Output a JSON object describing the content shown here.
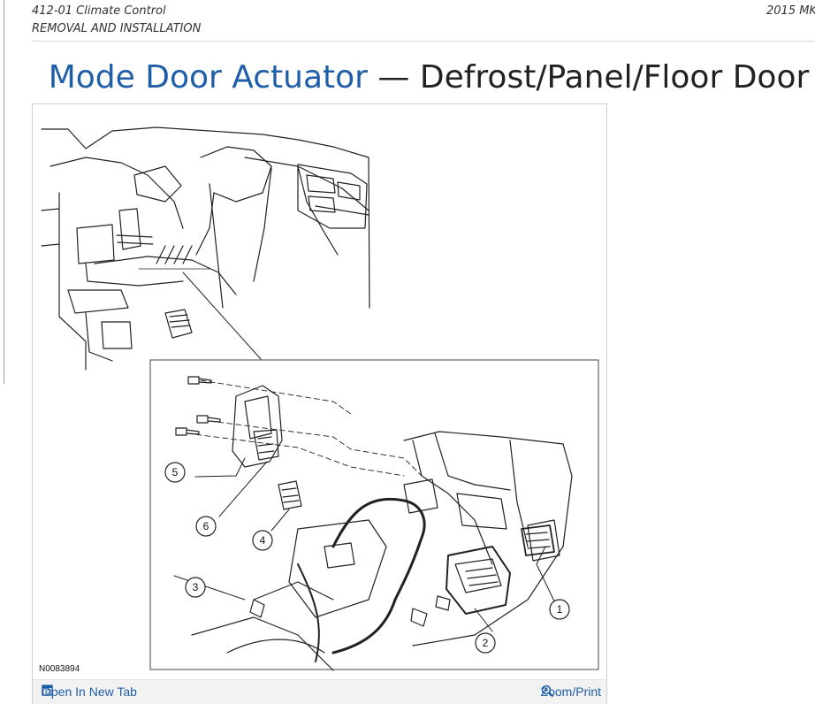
{
  "header": {
    "section": "412-01 Climate Control",
    "subtitle": "REMOVAL AND INSTALLATION",
    "vehicle": "2015 MK"
  },
  "title": {
    "link_text": "Mode Door Actuator",
    "rest_text": " — Defrost/Panel/Floor Door"
  },
  "figure": {
    "code": "N0083894",
    "callouts": [
      "1",
      "2",
      "3",
      "4",
      "5",
      "6"
    ],
    "open_tab_label": "Open In New Tab",
    "zoom_label": "Zoom/Print",
    "open_tab_icon": "open-in-new-tab-icon",
    "zoom_icon": "magnifier-icon"
  }
}
